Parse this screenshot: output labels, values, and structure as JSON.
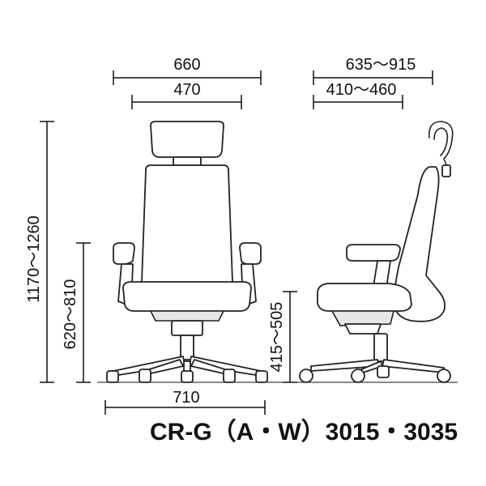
{
  "dimensions": {
    "front_total_width": "660",
    "front_seat_width": "470",
    "side_total_depth": "635～915",
    "side_seat_depth": "410～460",
    "total_height": "1170～1260",
    "armrest_height": "620～810",
    "seat_height": "415～505",
    "base_width": "710"
  },
  "model_label": "CR-G（A・W）3015・3035"
}
